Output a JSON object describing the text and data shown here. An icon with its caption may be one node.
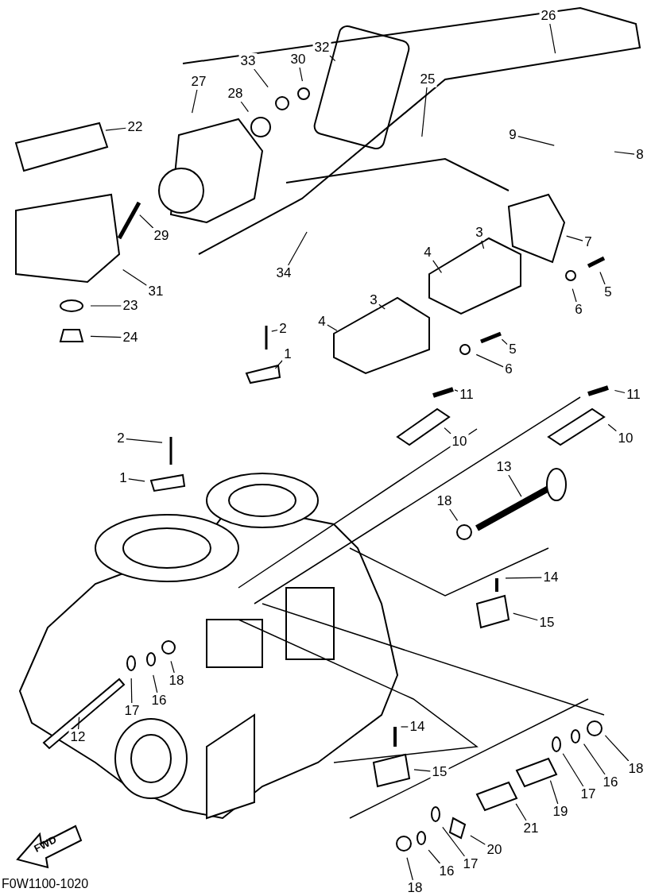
{
  "diagram": {
    "nodes": [
      {
        "text": [
          "26"
        ]
      },
      {
        "text": [
          "32"
        ]
      },
      {
        "text": [
          "30"
        ]
      },
      {
        "text": [
          "25"
        ]
      },
      {
        "text": [
          "33"
        ]
      },
      {
        "text": [
          "27"
        ]
      },
      {
        "text": [
          "28"
        ]
      },
      {
        "text": [
          "9"
        ]
      },
      {
        "text": [
          "22"
        ]
      },
      {
        "text": [
          "8"
        ]
      },
      {
        "text": [
          "3"
        ]
      },
      {
        "text": [
          "29"
        ]
      },
      {
        "text": [
          "7"
        ]
      },
      {
        "text": [
          "4"
        ]
      },
      {
        "text": [
          "34"
        ]
      },
      {
        "text": [
          "31"
        ]
      },
      {
        "text": [
          "5"
        ]
      },
      {
        "text": [
          "3"
        ]
      },
      {
        "text": [
          "23"
        ]
      },
      {
        "text": [
          "6"
        ]
      },
      {
        "text": [
          "4"
        ]
      },
      {
        "text": [
          "2"
        ]
      },
      {
        "text": [
          "24"
        ]
      },
      {
        "text": [
          "5"
        ]
      },
      {
        "text": [
          "6"
        ]
      },
      {
        "text": [
          "1"
        ]
      },
      {
        "text": [
          "11"
        ]
      },
      {
        "text": [
          "11"
        ]
      },
      {
        "text": [
          "10"
        ]
      },
      {
        "text": [
          "10"
        ]
      },
      {
        "text": [
          "2"
        ]
      },
      {
        "text": [
          "13"
        ]
      },
      {
        "text": [
          "1"
        ]
      },
      {
        "text": [
          "18"
        ]
      },
      {
        "text": [
          "14"
        ]
      },
      {
        "text": [
          "15"
        ]
      },
      {
        "text": [
          "18"
        ]
      },
      {
        "text": [
          "16"
        ]
      },
      {
        "text": [
          "17"
        ]
      },
      {
        "text": [
          "12"
        ]
      },
      {
        "text": [
          "14"
        ]
      },
      {
        "text": [
          "15"
        ]
      },
      {
        "text": [
          "18"
        ]
      },
      {
        "text": [
          "16"
        ]
      },
      {
        "text": [
          "17"
        ]
      },
      {
        "text": [
          "19"
        ]
      },
      {
        "text": [
          "21"
        ]
      },
      {
        "text": [
          "20"
        ]
      },
      {
        "text": [
          "17"
        ]
      },
      {
        "text": [
          "16"
        ]
      },
      {
        "text": [
          "18"
        ]
      }
    ],
    "edges": [
      {
        "from": 0,
        "to": null,
        "arrow": "none"
      },
      {
        "from": 1,
        "to": null,
        "arrow": "none"
      },
      {
        "from": 2,
        "to": null,
        "arrow": "none"
      },
      {
        "from": 3,
        "to": null,
        "arrow": "none"
      },
      {
        "from": 4,
        "to": null,
        "arrow": "none"
      },
      {
        "from": 5,
        "to": null,
        "arrow": "none"
      },
      {
        "from": 6,
        "to": null,
        "arrow": "none"
      },
      {
        "from": 7,
        "to": null,
        "arrow": "none"
      },
      {
        "from": 8,
        "to": null,
        "arrow": "none"
      },
      {
        "from": 9,
        "to": null,
        "arrow": "none"
      },
      {
        "from": 10,
        "to": null,
        "arrow": "none"
      },
      {
        "from": 11,
        "to": null,
        "arrow": "none"
      },
      {
        "from": 12,
        "to": null,
        "arrow": "none"
      },
      {
        "from": 13,
        "to": null,
        "arrow": "none"
      },
      {
        "from": 14,
        "to": null,
        "arrow": "none"
      },
      {
        "from": 15,
        "to": null,
        "arrow": "none"
      },
      {
        "from": 16,
        "to": null,
        "arrow": "none"
      },
      {
        "from": 17,
        "to": null,
        "arrow": "none"
      },
      {
        "from": 18,
        "to": null,
        "arrow": "none"
      },
      {
        "from": 19,
        "to": null,
        "arrow": "none"
      },
      {
        "from": 20,
        "to": null,
        "arrow": "none"
      },
      {
        "from": 21,
        "to": null,
        "arrow": "none"
      },
      {
        "from": 22,
        "to": null,
        "arrow": "none"
      },
      {
        "from": 23,
        "to": null,
        "arrow": "none"
      },
      {
        "from": 24,
        "to": null,
        "arrow": "none"
      },
      {
        "from": 25,
        "to": null,
        "arrow": "none"
      },
      {
        "from": 26,
        "to": null,
        "arrow": "none"
      },
      {
        "from": 27,
        "to": null,
        "arrow": "none"
      },
      {
        "from": 28,
        "to": null,
        "arrow": "none"
      },
      {
        "from": 29,
        "to": null,
        "arrow": "none"
      },
      {
        "from": 30,
        "to": null,
        "arrow": "none"
      },
      {
        "from": 31,
        "to": null,
        "arrow": "none"
      },
      {
        "from": 32,
        "to": null,
        "arrow": "none"
      },
      {
        "from": 33,
        "to": null,
        "arrow": "none"
      },
      {
        "from": 34,
        "to": null,
        "arrow": "none"
      },
      {
        "from": 35,
        "to": null,
        "arrow": "none"
      },
      {
        "from": 36,
        "to": null,
        "arrow": "none"
      },
      {
        "from": 37,
        "to": null,
        "arrow": "none"
      },
      {
        "from": 38,
        "to": null,
        "arrow": "none"
      },
      {
        "from": 39,
        "to": null,
        "arrow": "none"
      },
      {
        "from": 40,
        "to": null,
        "arrow": "none"
      },
      {
        "from": 41,
        "to": null,
        "arrow": "none"
      },
      {
        "from": 42,
        "to": null,
        "arrow": "none"
      },
      {
        "from": 43,
        "to": null,
        "arrow": "none"
      },
      {
        "from": 44,
        "to": null,
        "arrow": "none"
      },
      {
        "from": 45,
        "to": null,
        "arrow": "none"
      },
      {
        "from": 46,
        "to": null,
        "arrow": "none"
      },
      {
        "from": 47,
        "to": null,
        "arrow": "none"
      },
      {
        "from": 48,
        "to": null,
        "arrow": "none"
      },
      {
        "from": 49,
        "to": null,
        "arrow": "none"
      },
      {
        "from": 50,
        "to": null,
        "arrow": "none"
      }
    ],
    "labels": [
      "FWD",
      "F0W1100-1020"
    ]
  }
}
